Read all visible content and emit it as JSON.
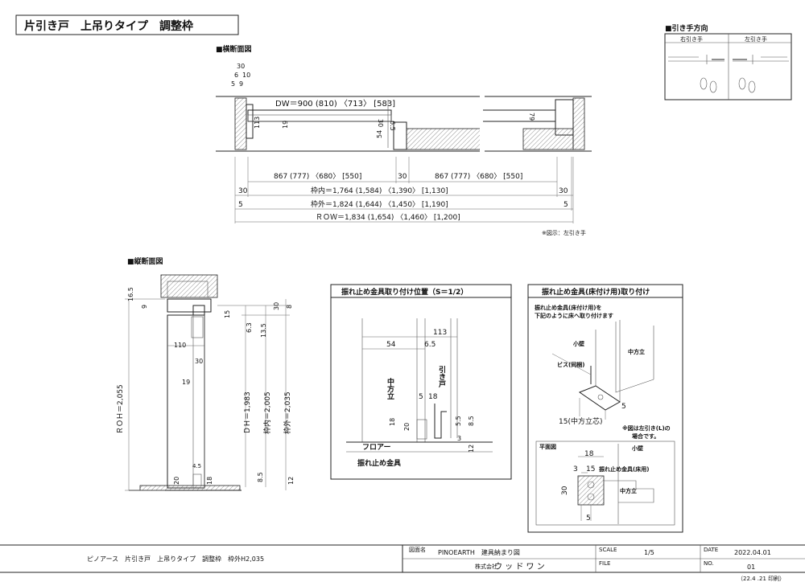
{
  "header": {
    "title": "片引き戸　上吊りタイプ　調整枠"
  },
  "direction": {
    "title": "■引き手方向",
    "right": "右引き手",
    "left": "左引き手"
  },
  "plan": {
    "title": "■横断面図",
    "top_dims": [
      "30",
      "6",
      "10",
      "5",
      "9"
    ],
    "dw": "DW＝900 (810) 〈713〉 [583]",
    "inner": [
      "30",
      "6.5",
      "79",
      "113",
      "19",
      "54"
    ],
    "panel_left": "867 (777) 〈680〉 [550]",
    "gap": "30",
    "panel_right": "867 (777) 〈680〉 [550]",
    "inner_w": "枠内＝1,764 (1,584) 〈1,390〉 [1,130]",
    "outer_w": "枠外＝1,824 (1,644) 〈1,450〉 [1,190]",
    "row": "ＲＯＷ＝1,834 (1,654) 〈1,460〉 [1,200]",
    "side30": "30",
    "side5": "5",
    "note": "※図示：左引き手"
  },
  "section": {
    "title": "■縦断面図",
    "dims": [
      "16.5",
      "9",
      "15",
      "30",
      "8",
      "6.3",
      "13.5",
      "110",
      "30",
      "19",
      "4.5",
      "20",
      "18",
      "8.5",
      "12"
    ],
    "roh": "ＲＯＨ＝2,055",
    "dh": "ＤＨ＝1,983",
    "inner_h": "枠内＝2,005",
    "outer_h": "枠外＝2,035"
  },
  "stopper_pos": {
    "title": "振れ止め金具取り付け位置（S＝1/2）",
    "dims": [
      "113",
      "54",
      "6.5",
      "5",
      "18",
      "18",
      "20",
      "5.5",
      "8.5",
      "3",
      "12"
    ],
    "label_post": "中方立",
    "label_door": "引き戸",
    "label_floor": "フロアー",
    "label_fitting": "振れ止め金具"
  },
  "stopper_mount": {
    "title": "振れ止め金具(床付け用)取り付け",
    "note1": "振れ止め金具(床付け用)を",
    "note2": "下記のように床へ取り付けます",
    "wall": "小壁",
    "post": "中方立",
    "screw": "ビス(同梱)",
    "dim5": "5",
    "dim15": "15(中方立芯)",
    "note_l1": "※図は左引き(L)の",
    "note_l2": "場合です。",
    "plan_title": "平面図",
    "plan_wall": "小壁",
    "plan_fitting": "振れ止め金具(床用)",
    "plan_post": "中方立",
    "plan_dims": [
      "18",
      "3",
      "15",
      "30",
      "5"
    ]
  },
  "titleblock": {
    "product": "ピノアース　片引き戸　上吊りタイプ　調整枠　枠外H2,035",
    "drawing_label": "図面名",
    "drawing": "PINOEARTH　建具納まり図",
    "scale_label": "SCALE",
    "scale": "1/5",
    "date_label": "DATE",
    "date": "2022.04.01",
    "company_label": "株式会社",
    "company": "ウ ッ ド ワ ン",
    "file_label": "FILE",
    "no_label": "NO.",
    "no": "01",
    "print": "（22.4 .21 印刷）"
  }
}
